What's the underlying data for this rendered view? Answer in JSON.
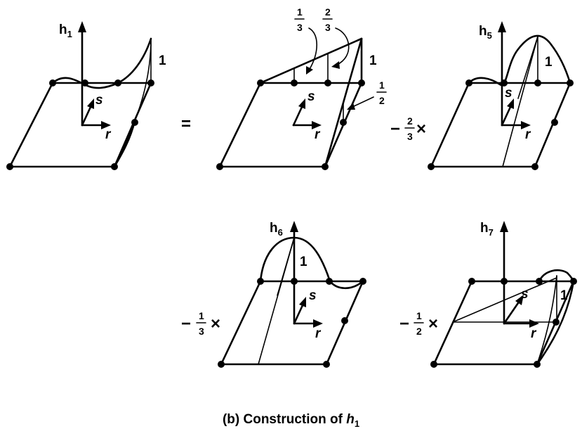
{
  "labels": {
    "h1": {
      "base": "h",
      "sub": "1"
    },
    "h5": {
      "base": "h",
      "sub": "5"
    },
    "h6": {
      "base": "h",
      "sub": "6"
    },
    "h7": {
      "base": "h",
      "sub": "7"
    },
    "axis_r": "r",
    "axis_s": "s",
    "unit_value": "1"
  },
  "operators": {
    "equals": "=",
    "minus": "−",
    "times": "×"
  },
  "coefficients": {
    "h5": {
      "num": "2",
      "den": "3"
    },
    "h6": {
      "num": "1",
      "den": "3"
    },
    "h7": {
      "num": "1",
      "den": "2"
    }
  },
  "annotations": {
    "one_third": {
      "num": "1",
      "den": "3"
    },
    "two_thirds": {
      "num": "2",
      "den": "3"
    },
    "one_half": {
      "num": "1",
      "den": "2"
    }
  },
  "caption": {
    "prefix": "(b) Construction of ",
    "symbol": "h",
    "subscript": "1"
  }
}
